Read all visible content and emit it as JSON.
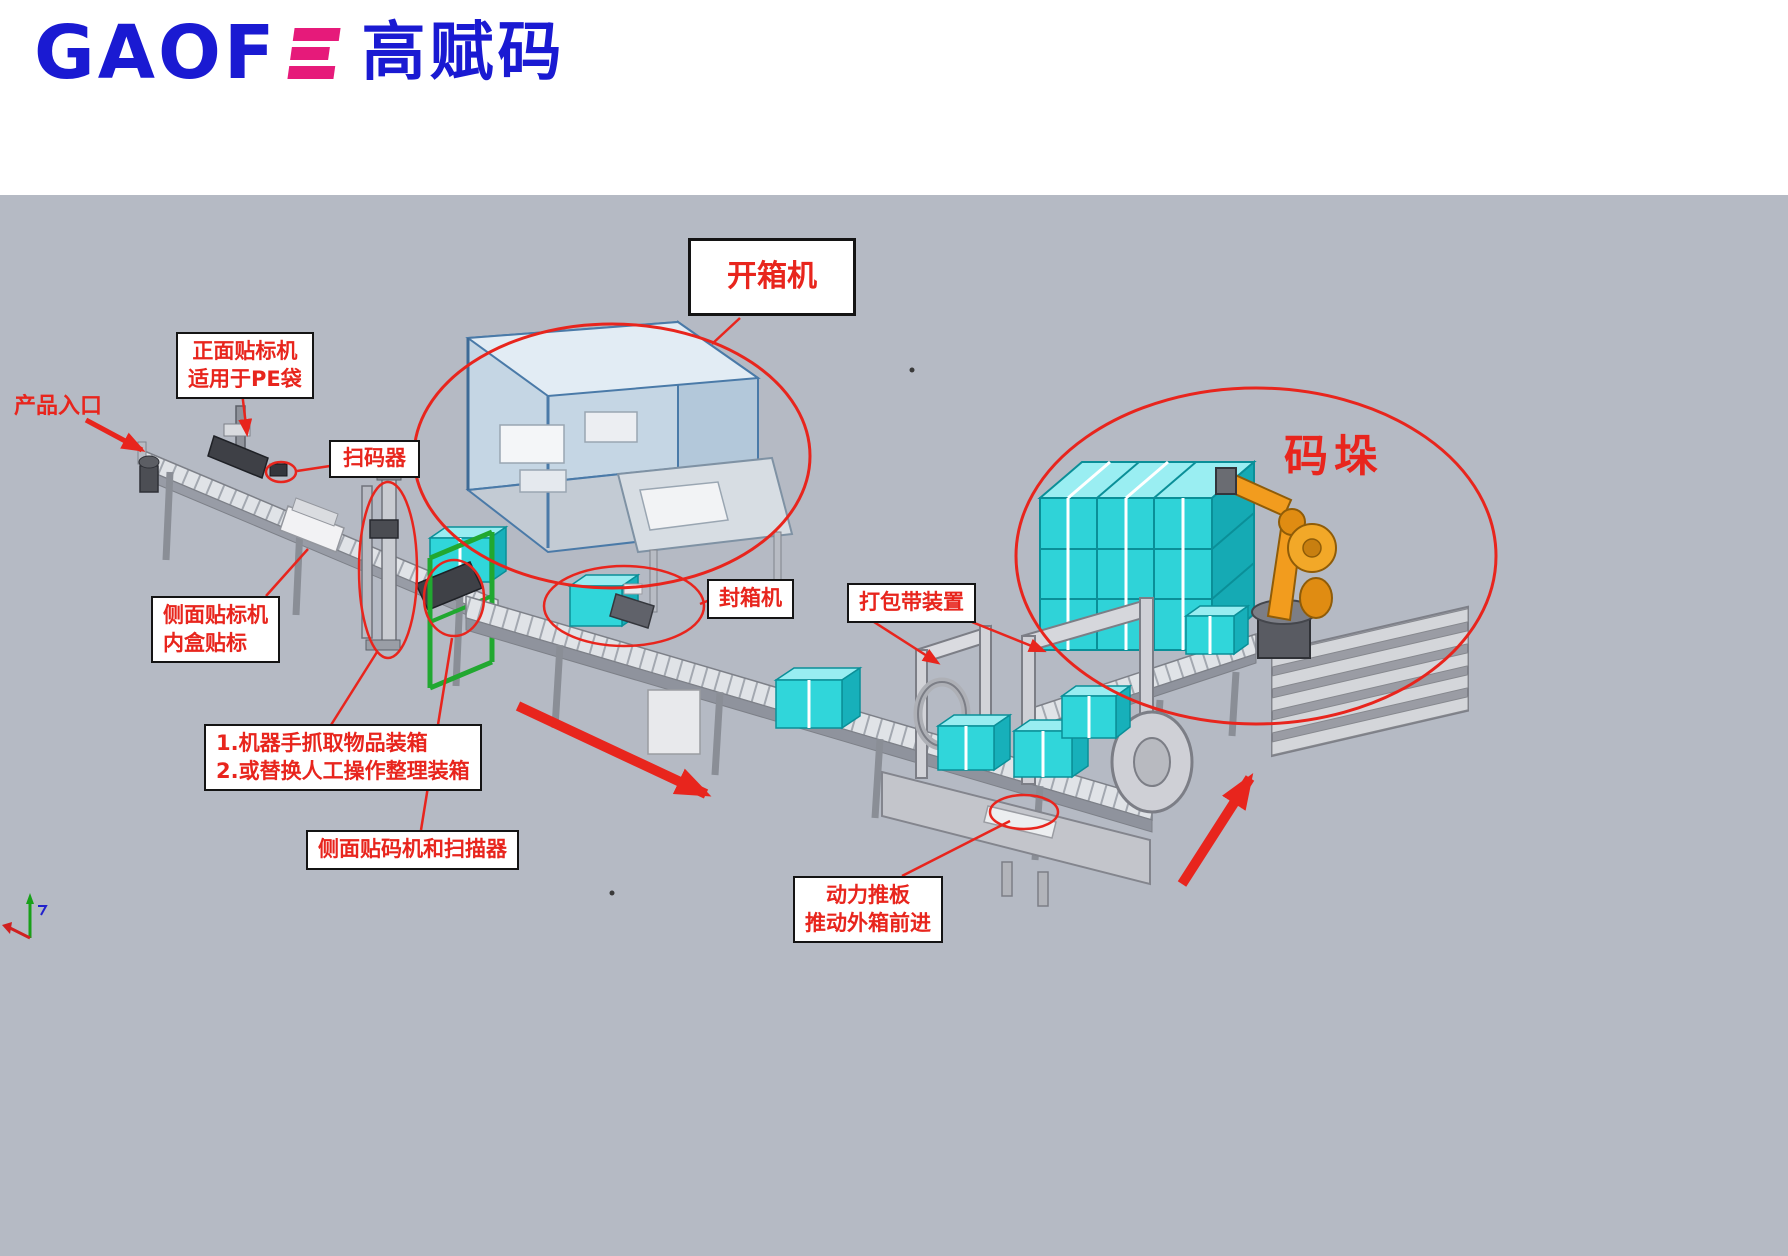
{
  "header": {
    "brand_latin": "GAOF",
    "brand_cjk": "高赋码"
  },
  "annotations": {
    "product_entry": {
      "text": "产品入口"
    },
    "front_labeler": {
      "line1": "正面贴标机",
      "line2": "适用于PE袋"
    },
    "scanner": {
      "text": "扫码器"
    },
    "box_opener": {
      "text": "开箱机"
    },
    "side_labeler": {
      "line1": "侧面贴标机",
      "line2": "内盒贴标"
    },
    "robot_note": {
      "line1": "1.机器手抓取物品装箱",
      "line2": "2.或替换人工操作整理装箱"
    },
    "side_coder": {
      "text": "侧面贴码机和扫描器"
    },
    "box_sealer": {
      "text": "封箱机"
    },
    "strapping": {
      "text": "打包带装置"
    },
    "pusher": {
      "line1": "动力推板",
      "line2": "推动外箱前进"
    },
    "palletizing": {
      "text": "码垛"
    }
  },
  "colors": {
    "annotation_red": "#e8251d",
    "logo_blue": "#1a1ad2",
    "logo_magenta": "#e61a7a",
    "carton_cyan": "#30d6da",
    "robot_orange": "#f29c1e",
    "machine_green": "#21a830",
    "background_gray": "#b5bac4"
  }
}
